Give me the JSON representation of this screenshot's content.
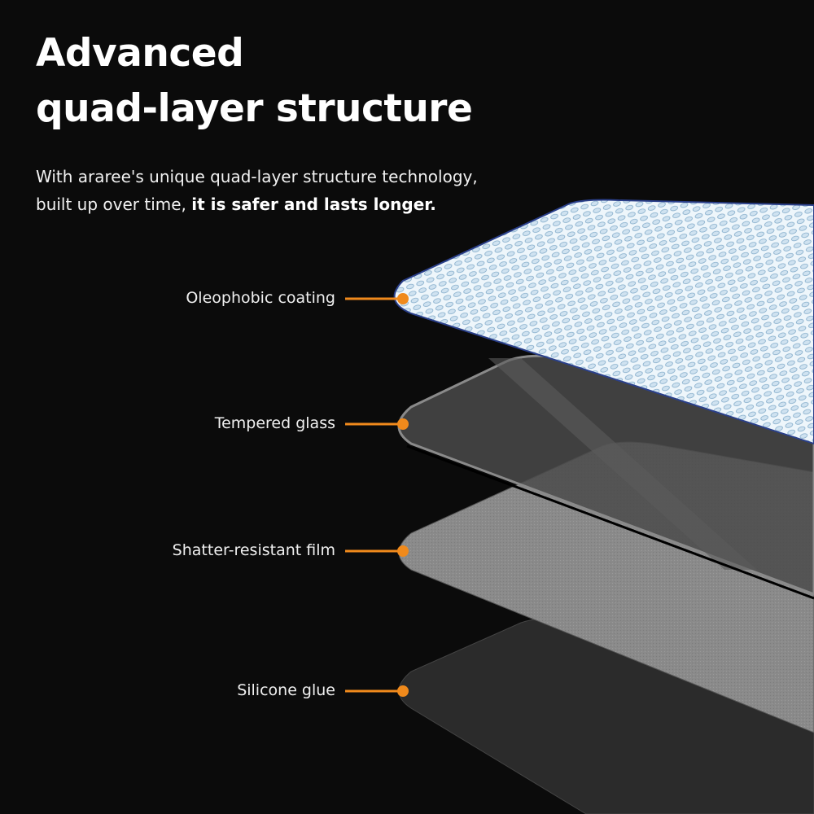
{
  "header": {
    "title_line1": "Advanced",
    "title_line2": "quad-layer structure",
    "subtitle_line1": "With araree's unique quad-layer structure technology,",
    "subtitle_line2_regular": "built up over time, ",
    "subtitle_line2_bold": "it is safer and lasts longer."
  },
  "layers": [
    {
      "label": "Oleophobic coating"
    },
    {
      "label": "Tempered glass"
    },
    {
      "label": "Shatter-resistant film"
    },
    {
      "label": "Silicone glue"
    }
  ],
  "colors": {
    "background": "#0b0b0b",
    "accent": "#f08a1c",
    "text": "#ffffff"
  }
}
